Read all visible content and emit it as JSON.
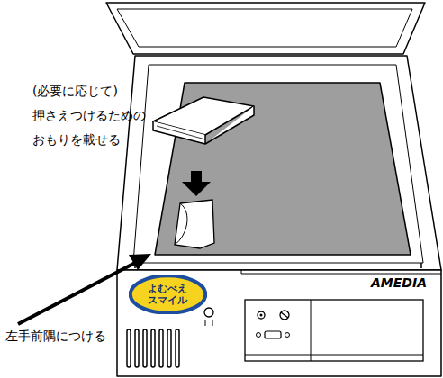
{
  "diagram": {
    "nodes": [
      {
        "text": [
          "よむべえ スマイル"
        ]
      }
    ],
    "labels": [
      "(必要に応じて) 押さえつけるための おもりを載せる",
      "左手前隅につける",
      "AMEDIA"
    ]
  }
}
